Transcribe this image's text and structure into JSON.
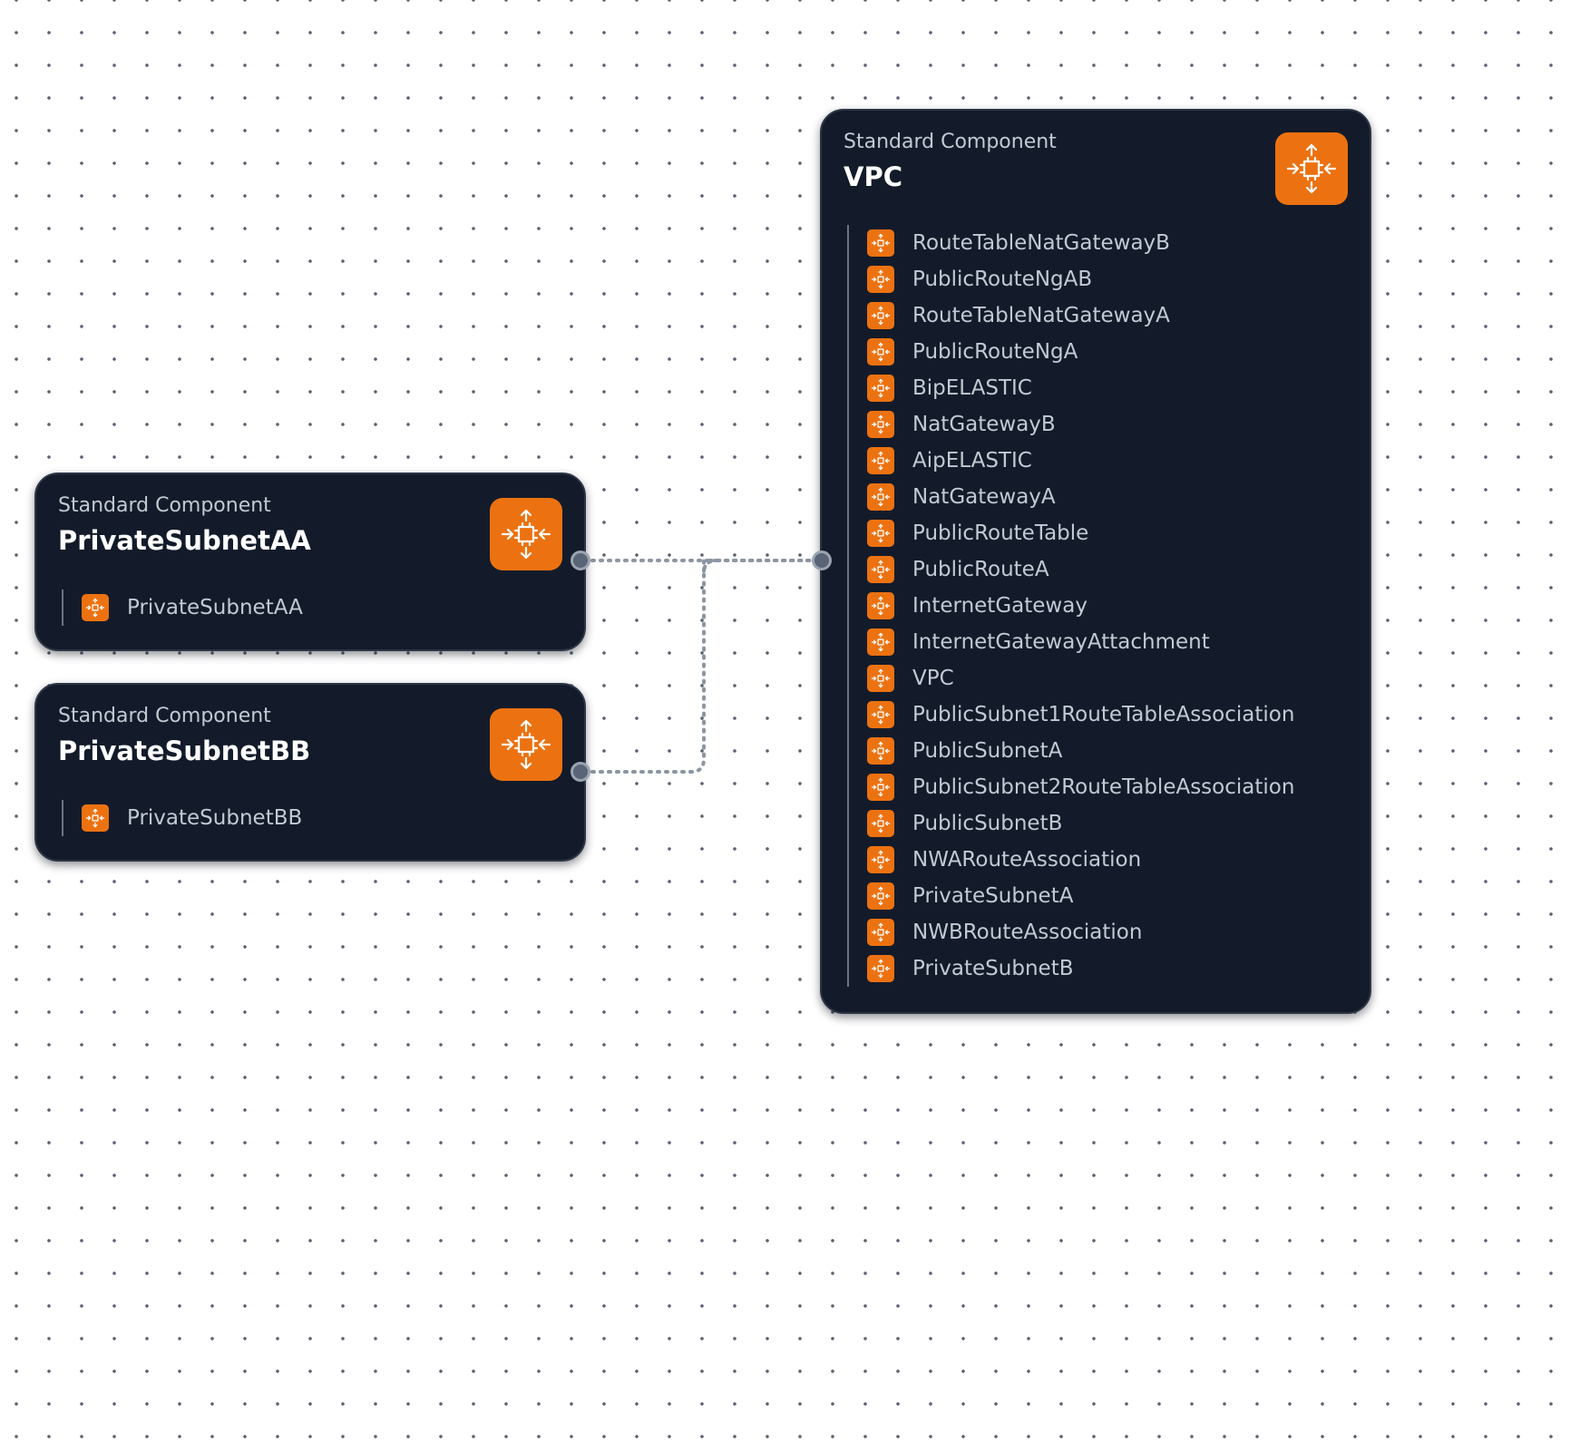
{
  "colors": {
    "canvas_background": "#ffffff",
    "grid_dot": "#5a6270",
    "node_background": "#131b2a",
    "accent_orange": "#ec7211",
    "edge": "#8c95a3"
  },
  "nodes": {
    "private_subnet_aa": {
      "subtitle": "Standard Component",
      "title": "PrivateSubnetAA",
      "icon": "move-arrows-chip-icon",
      "resources": [
        "PrivateSubnetAA"
      ]
    },
    "private_subnet_bb": {
      "subtitle": "Standard Component",
      "title": "PrivateSubnetBB",
      "icon": "move-arrows-chip-icon",
      "resources": [
        "PrivateSubnetBB"
      ]
    },
    "vpc": {
      "subtitle": "Standard Component",
      "title": "VPC",
      "icon": "move-arrows-chip-icon",
      "resources": [
        "RouteTableNatGatewayB",
        "PublicRouteNgAB",
        "RouteTableNatGatewayA",
        "PublicRouteNgA",
        "BipELASTIC",
        "NatGatewayB",
        "AipELASTIC",
        "NatGatewayA",
        "PublicRouteTable",
        "PublicRouteA",
        "InternetGateway",
        "InternetGatewayAttachment",
        "VPC",
        "PublicSubnet1RouteTableAssociation",
        "PublicSubnetA",
        "PublicSubnet2RouteTableAssociation",
        "PublicSubnetB",
        "NWARouteAssociation",
        "PrivateSubnetA",
        "NWBRouteAssociation",
        "PrivateSubnetB"
      ]
    }
  },
  "edges": [
    {
      "from": "private_subnet_aa",
      "to": "vpc",
      "style": "dotted"
    },
    {
      "from": "private_subnet_bb",
      "to": "vpc",
      "style": "dotted"
    }
  ]
}
